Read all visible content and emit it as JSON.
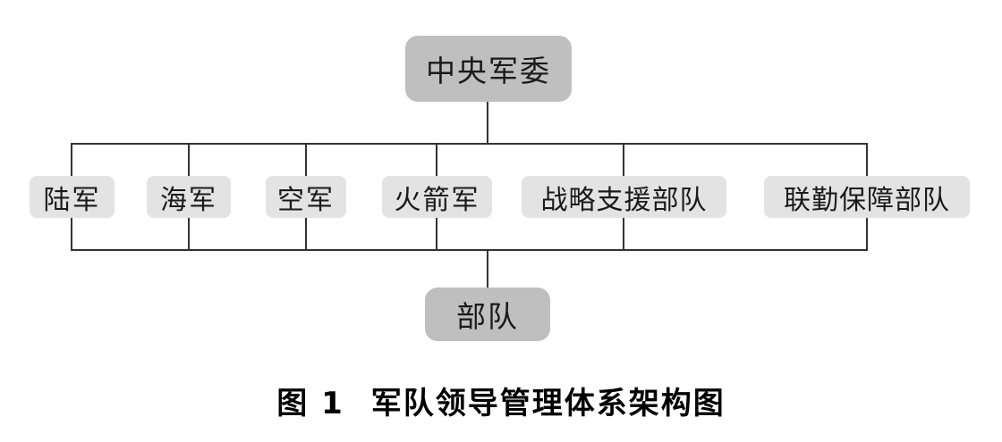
{
  "org_chart": {
    "root": {
      "label": "中央军委"
    },
    "branches": [
      {
        "label": "陆军"
      },
      {
        "label": "海军"
      },
      {
        "label": "空军"
      },
      {
        "label": "火箭军"
      },
      {
        "label": "战略支援部队"
      },
      {
        "label": "联勤保障部队"
      }
    ],
    "leaf": {
      "label": "部队"
    }
  },
  "caption": {
    "figure_label": "图 1",
    "figure_title": "军队领导管理体系架构图"
  },
  "colors": {
    "primary_node_fill": "#bfbfbf",
    "secondary_node_fill": "#e3e3e3",
    "connector_line": "#333333",
    "node_text": "#1a1a1a",
    "caption_text": "#000000",
    "background": "#ffffff"
  }
}
